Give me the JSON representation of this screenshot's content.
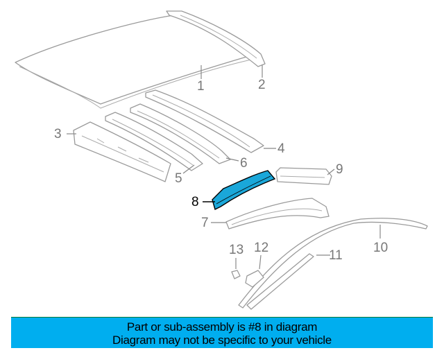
{
  "diagram": {
    "callouts": [
      "1",
      "2",
      "3",
      "4",
      "5",
      "6",
      "7",
      "8",
      "9",
      "10",
      "11",
      "12",
      "13"
    ],
    "highlighted_part": "8",
    "highlight_color": "#1aa7d9"
  },
  "banner": {
    "line1": "Part or sub-assembly is #8 in diagram",
    "line2": "Diagram may not be specific to your vehicle",
    "color": "#00aeef"
  }
}
